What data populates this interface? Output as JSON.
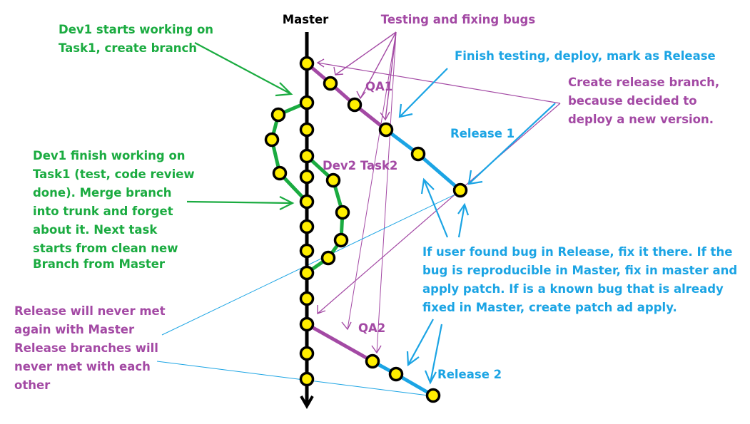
{
  "colors": {
    "green": "#1aab40",
    "purple": "#a349a4",
    "blue": "#1ba4e4",
    "black": "#000000",
    "node_fill": "#ffee00"
  },
  "diagram": {
    "master_label": "Master",
    "testing_label": "Testing and fixing bugs",
    "finish_testing_label": "Finish testing, deploy, mark as Release",
    "create_release_lines": [
      "Create release branch,",
      "because decided to",
      "deploy a new version."
    ],
    "release1_label": "Release 1",
    "release2_label": "Release 2",
    "qa1_label": "QA1",
    "qa2_label": "QA2",
    "dev2_label": "Dev2 Task2",
    "dev1_start_lines": [
      "Dev1 starts working on",
      "Task1, create branch"
    ],
    "dev1_finish_lines": [
      "Dev1 finish working on",
      "Task1 (test, code review",
      "done). Merge branch",
      "into trunk and forget",
      "about it. Next task",
      "starts from clean new",
      "Branch from Master"
    ],
    "bug_fix_lines": [
      "If user found bug in Release, fix it there. If the",
      "bug is reproducible in Master, fix in master and",
      "apply patch. If is a known bug that is already",
      "fixed in Master, create patch ad apply."
    ],
    "release_never_lines": [
      "Release will never met",
      "again with Master",
      "Release branches will",
      "never met with each",
      "other"
    ]
  }
}
